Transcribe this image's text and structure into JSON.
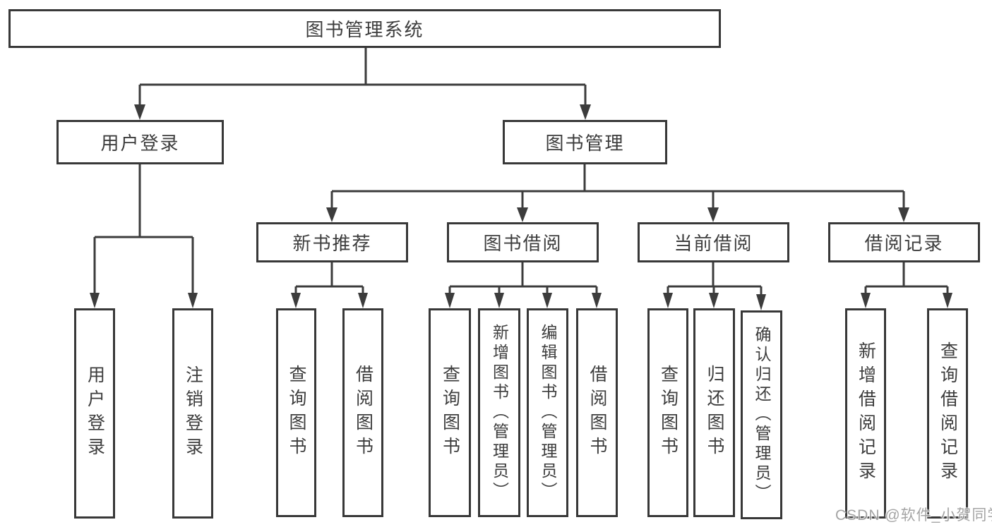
{
  "diagram_title": "图书管理系统",
  "hierarchy": {
    "root": "图书管理系统",
    "children": [
      {
        "label": "用户登录",
        "children": [
          "用户登录",
          "注销登录"
        ]
      },
      {
        "label": "图书管理",
        "children": [
          {
            "label": "新书推荐",
            "children": [
              "查询图书",
              "借阅图书"
            ]
          },
          {
            "label": "图书借阅",
            "children": [
              "查询图书",
              "新增图书（管理员）",
              "编辑图书（管理员）",
              "借阅图书"
            ]
          },
          {
            "label": "当前借阅",
            "children": [
              "查询图书",
              "归还图书",
              "确认归还（管理员）"
            ]
          },
          {
            "label": "借阅记录",
            "children": [
              "新增借阅记录",
              "查询借阅记录"
            ]
          }
        ]
      }
    ]
  },
  "watermark": "CSDN @软件_小贺同学",
  "colors": {
    "line": "#3c3c3c",
    "box_border": "#383838",
    "text": "#3d3d3d",
    "watermark": "#9b9b9b",
    "background": "#ffffff"
  }
}
